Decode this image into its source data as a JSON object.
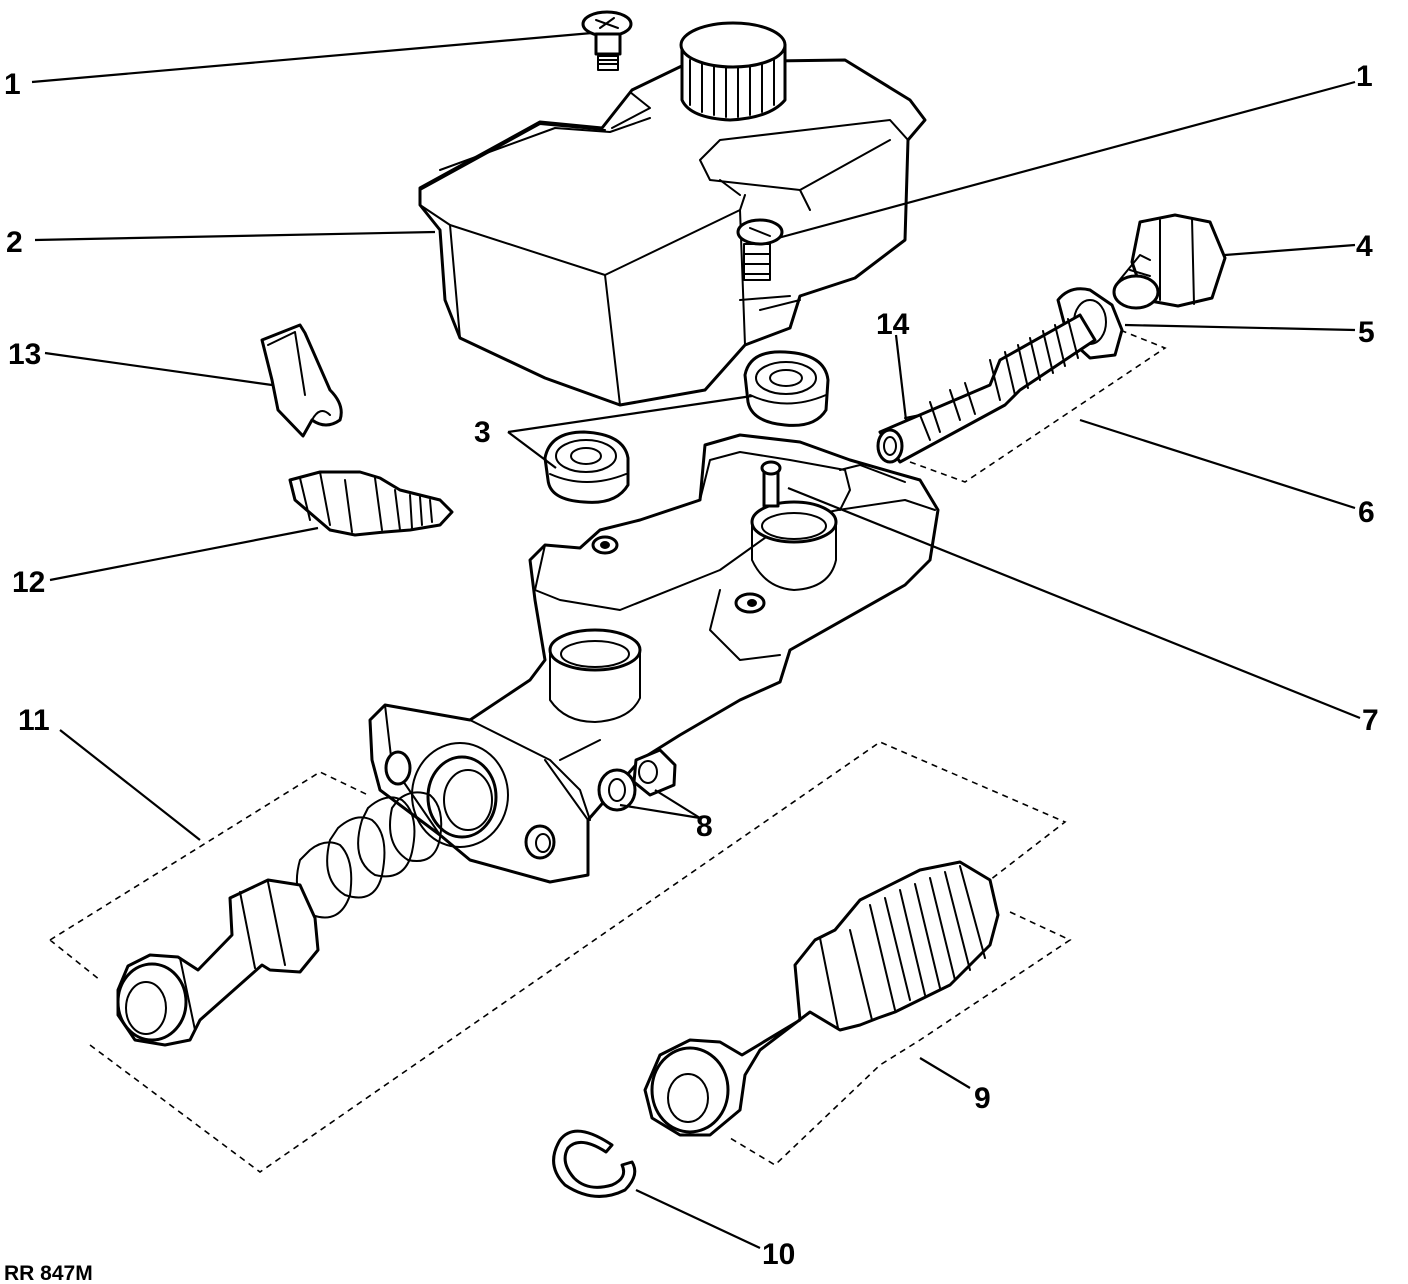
{
  "callouts": [
    {
      "id": "c1a",
      "text": "1"
    },
    {
      "id": "c1b",
      "text": "1"
    },
    {
      "id": "c2",
      "text": "2"
    },
    {
      "id": "c3",
      "text": "3"
    },
    {
      "id": "c4",
      "text": "4"
    },
    {
      "id": "c5",
      "text": "5"
    },
    {
      "id": "c6",
      "text": "6"
    },
    {
      "id": "c7",
      "text": "7"
    },
    {
      "id": "c8",
      "text": "8"
    },
    {
      "id": "c9",
      "text": "9"
    },
    {
      "id": "c10",
      "text": "10"
    },
    {
      "id": "c11",
      "text": "11"
    },
    {
      "id": "c12",
      "text": "12"
    },
    {
      "id": "c13",
      "text": "13"
    },
    {
      "id": "c14",
      "text": "14"
    }
  ],
  "reference": "RR 847M"
}
